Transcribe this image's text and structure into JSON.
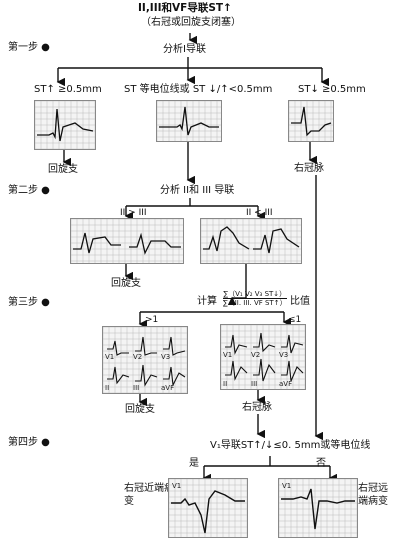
{
  "header": {
    "title": "II,III和VF导联ST↑",
    "subtitle": "（右冠或回旋支闭塞）"
  },
  "steps": {
    "step1": "第一步",
    "step2": "第二步",
    "step3": "第三步",
    "step4": "第四步"
  },
  "step1": {
    "analyze": "分析Ⅰ导联",
    "left_cond": "ST↑ ≥0.5mm",
    "mid_cond": "ST 等电位线或 ST ↓/↑<0.5mm",
    "right_cond": "ST↓ ≥0.5mm",
    "left_result": "回旋支",
    "right_result": "右冠脉"
  },
  "step2": {
    "analyze": "分析 II和 III 导联",
    "left_cond": "II > III",
    "right_cond": "II < III",
    "left_result": "回旋支"
  },
  "step3": {
    "calc_label": "计算",
    "numerator": "∑（V₁ V₂ V₃ ST↓）",
    "denominator": "∑（II. III. VF ST↑）",
    "ratio_label": "比值",
    "left_cond": ">1",
    "right_cond": "≤1",
    "left_result": "回旋支",
    "right_result": "右冠脉",
    "leads_left": [
      "V1",
      "V2",
      "V3",
      "II",
      "III",
      "aVF"
    ],
    "leads_right": [
      "V1",
      "V2",
      "V3",
      "II",
      "III",
      "aVF"
    ]
  },
  "step4": {
    "question": "V₁导联ST↑/↓≤0. 5mm或等电位线",
    "yes": "是",
    "no": "否",
    "left_result": "右冠近端病变",
    "right_result": "右冠远端病变",
    "lead_left": "V1",
    "lead_right": "V1"
  }
}
